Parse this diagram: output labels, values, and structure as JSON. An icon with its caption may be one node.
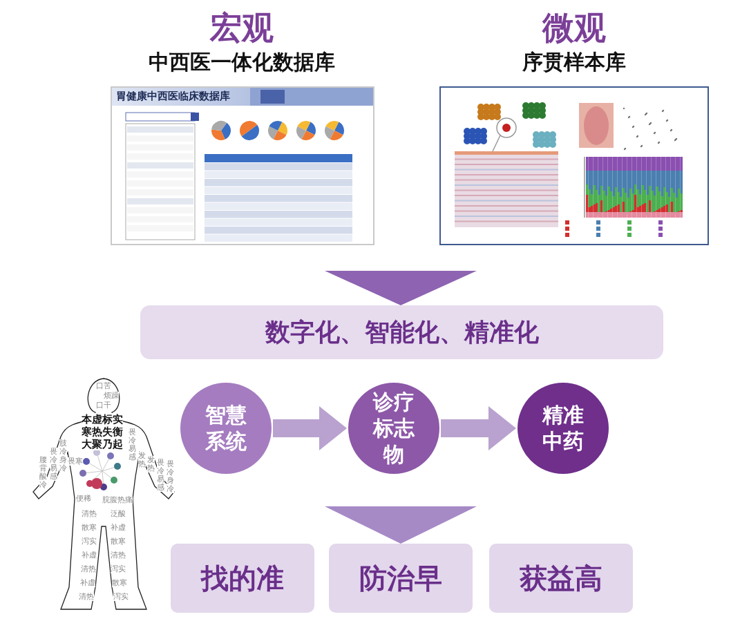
{
  "diagram": {
    "nodes": [
      {
        "text": [
          "宏观",
          "中西医一体化数据库",
          "胃健康中西医临床数据库"
        ]
      },
      {
        "text": [
          "微观",
          "序贯样本库"
        ]
      },
      {
        "text": [
          "数字化、智能化、精准化"
        ]
      },
      {
        "text": [
          "智慧系统"
        ]
      },
      {
        "text": [
          "诊疗标志物"
        ]
      },
      {
        "text": [
          "精准中药"
        ]
      },
      {
        "text": [
          "找的准"
        ]
      },
      {
        "text": [
          "防治早"
        ]
      },
      {
        "text": [
          "获益高"
        ]
      }
    ],
    "edges": [
      {
        "from": null,
        "to": 2,
        "arrow": "to"
      },
      {
        "from": 3,
        "to": 4,
        "arrow": "to"
      },
      {
        "from": 4,
        "to": 5,
        "arrow": "to"
      },
      {
        "from": null,
        "to": 7,
        "arrow": "to"
      }
    ],
    "labels": [
      "口苦",
      "烦躁",
      "口干",
      "本虚标实",
      "寒热失衡",
      "大聚乃起",
      "腰背酸冷",
      "畏冷易感",
      "肢冷身冷",
      "畏寒",
      "畏冷易感",
      "发热",
      "发热",
      "畏冷易感",
      "畏冷身冷",
      "便稀",
      "脘腹热痛",
      "清热",
      "泛酸",
      "散寒",
      "补虚",
      "泻实",
      "散寒",
      "补虚",
      "清热",
      "清热",
      "泻实",
      "补虚",
      "散寒",
      "清热",
      "泻实"
    ]
  }
}
